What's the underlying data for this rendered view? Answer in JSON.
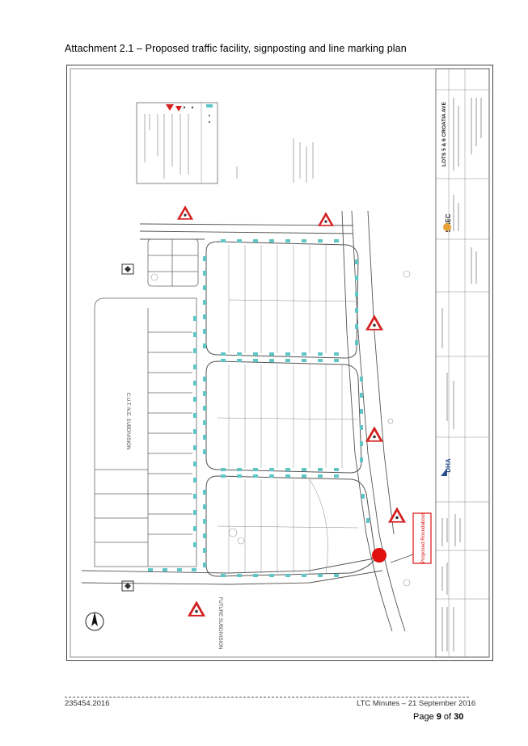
{
  "page": {
    "title": "Attachment 2.1 – Proposed traffic facility, signposting and line marking plan",
    "footer_left": "235454.2016",
    "footer_right": "LTC Minutes – 21 September 2016",
    "page_prefix": "Page ",
    "page_current": "9",
    "page_sep": " of ",
    "page_total": "30"
  },
  "drawing": {
    "drawing_title": "LOTS 5 & 6 CROATIA AVE",
    "company": "SMEC",
    "client": "DHA",
    "annotation_label": "Proposed Roundabout",
    "subdivision_labels": [
      "C.U.T. N.E. SUBDIVISION",
      "FUTURE SUBDIVISION"
    ],
    "colors": {
      "warning_sign_red": "#d42020",
      "line_marking_cyan": "#5ec6c6",
      "roundabout_red": "#e01010",
      "road_outline": "#555555"
    },
    "icons": [
      "warning-sign-icon",
      "north-arrow-icon",
      "roundabout-marker-icon",
      "hold-line-icon"
    ]
  }
}
